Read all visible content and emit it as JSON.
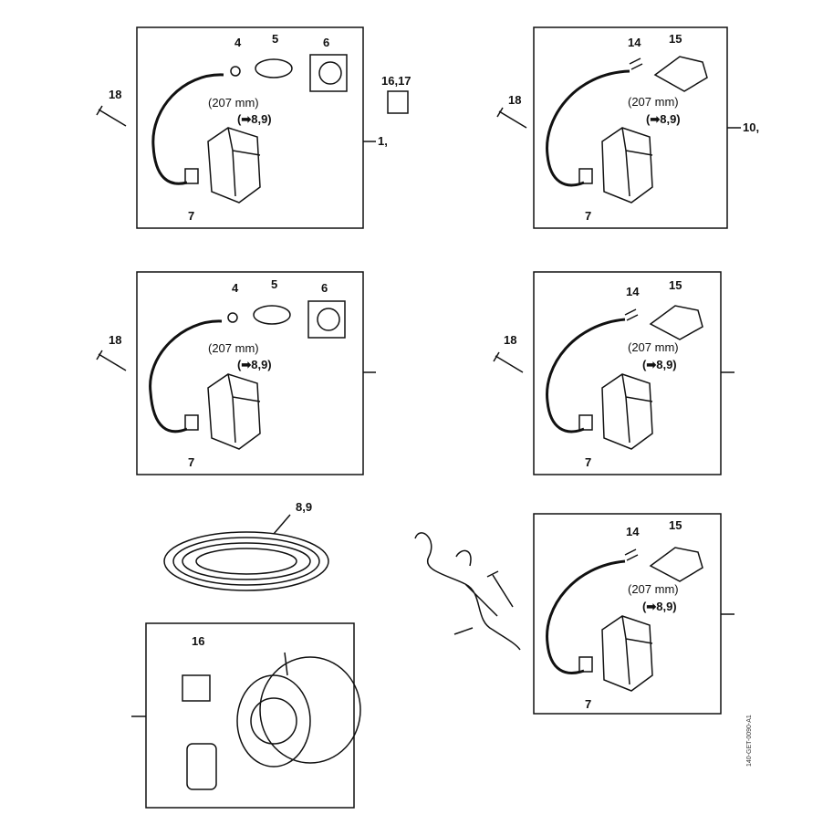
{
  "diagram": {
    "groups": [
      {
        "id": "set-1",
        "callouts": {
          "a": "4",
          "b": "5",
          "c": "6",
          "extra": "16,17",
          "screw": "18",
          "hose": "7"
        },
        "length": "(207 mm)",
        "ref": "(➡8,9)",
        "assembly": "1,"
      },
      {
        "id": "set-10",
        "callouts": {
          "a": "14",
          "b": "15",
          "screw": "18",
          "hose": "7"
        },
        "length": "(207 mm)",
        "ref": "(➡8,9)",
        "assembly": "10,"
      },
      {
        "id": "set-3",
        "callouts": {
          "a": "4",
          "b": "5",
          "c": "6",
          "screw": "18",
          "hose": "7"
        },
        "length": "(207 mm)",
        "ref": "(➡8,9)"
      },
      {
        "id": "set-4",
        "callouts": {
          "a": "14",
          "b": "15",
          "screw": "18",
          "hose": "7"
        },
        "length": "(207 mm)",
        "ref": "(➡8,9)"
      },
      {
        "id": "set-5",
        "callouts": {
          "a": "14",
          "b": "15",
          "hose": "7"
        },
        "length": "(207 mm)",
        "ref": "(➡8,9)"
      }
    ],
    "coil_callout": "8,9",
    "filter_callout": "16",
    "drawing_code": "140-GET-0090-A1"
  }
}
